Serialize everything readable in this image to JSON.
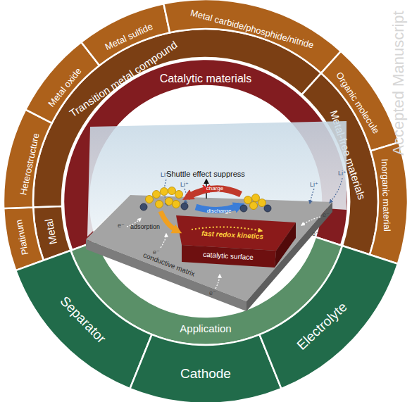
{
  "diagram": {
    "nodes": [
      {
        "text": [
          "Catalytic materials"
        ]
      },
      {
        "text": [
          "Transition metal compound"
        ]
      },
      {
        "text": [
          "Metal-free materials"
        ]
      },
      {
        "text": [
          "Metal"
        ]
      },
      {
        "text": [
          "Platinum"
        ]
      },
      {
        "text": [
          "Heterostructure"
        ]
      },
      {
        "text": [
          "Metal oxide"
        ]
      },
      {
        "text": [
          "Metal sulfide"
        ]
      },
      {
        "text": [
          "Metal carbide/phosphide/nitride"
        ]
      },
      {
        "text": [
          "Organic molecule"
        ]
      },
      {
        "text": [
          "Inorganic material"
        ]
      },
      {
        "text": [
          "Application"
        ]
      },
      {
        "text": [
          "Separator"
        ]
      },
      {
        "text": [
          "Cathode"
        ]
      },
      {
        "text": [
          "Electrolyte"
        ]
      },
      {
        "text": [
          "conductive matrix"
        ]
      },
      {
        "text": [
          "fast redox kinetics",
          "catalytic surface"
        ],
        "in": 15
      }
    ],
    "labels": [
      "Shuttle effect suppress",
      "Li⁺",
      "Li⁺",
      "Li⁺",
      "Li⁺",
      "charge",
      "discharge",
      "adsorption",
      "e⁻",
      "e⁻",
      "e⁻",
      "e⁻",
      "e⁻",
      "Accepted Manuscript"
    ]
  }
}
